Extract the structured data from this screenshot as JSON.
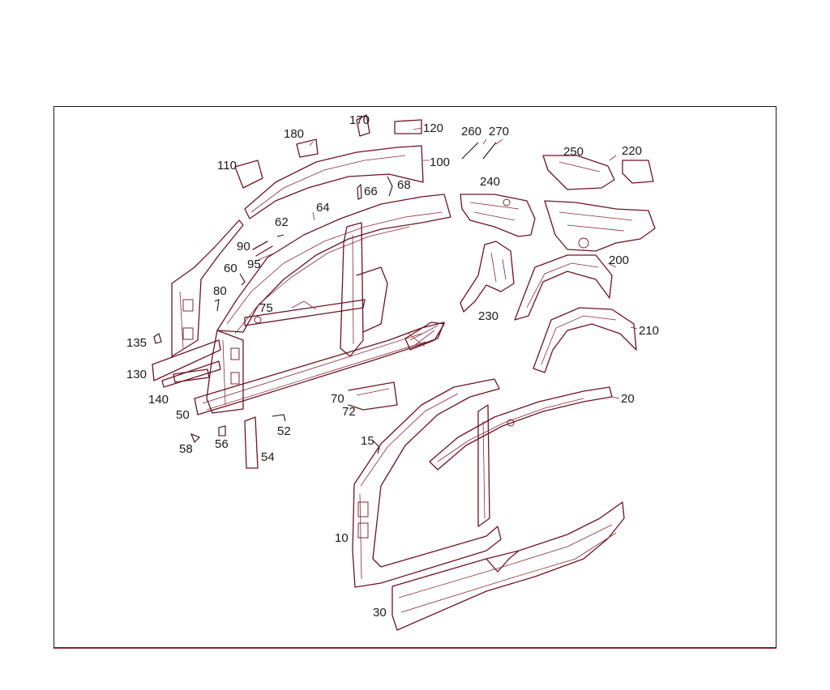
{
  "diagram": {
    "callouts": [
      {
        "id": "c170",
        "text": "170"
      },
      {
        "id": "c120",
        "text": "120"
      },
      {
        "id": "c180",
        "text": "180"
      },
      {
        "id": "c260",
        "text": "260"
      },
      {
        "id": "c270",
        "text": "270"
      },
      {
        "id": "c100",
        "text": "100"
      },
      {
        "id": "c250",
        "text": "250"
      },
      {
        "id": "c220",
        "text": "220"
      },
      {
        "id": "c110",
        "text": "110"
      },
      {
        "id": "c66",
        "text": "66"
      },
      {
        "id": "c68",
        "text": "68"
      },
      {
        "id": "c240",
        "text": "240"
      },
      {
        "id": "c64",
        "text": "64"
      },
      {
        "id": "c62",
        "text": "62"
      },
      {
        "id": "c90",
        "text": "90"
      },
      {
        "id": "c95",
        "text": "95"
      },
      {
        "id": "c60",
        "text": "60"
      },
      {
        "id": "c200",
        "text": "200"
      },
      {
        "id": "c80",
        "text": "80"
      },
      {
        "id": "c75",
        "text": "75"
      },
      {
        "id": "c230",
        "text": "230"
      },
      {
        "id": "c210",
        "text": "210"
      },
      {
        "id": "c135",
        "text": "135"
      },
      {
        "id": "c130",
        "text": "130"
      },
      {
        "id": "c140",
        "text": "140"
      },
      {
        "id": "c70",
        "text": "70"
      },
      {
        "id": "c20",
        "text": "20"
      },
      {
        "id": "c72",
        "text": "72"
      },
      {
        "id": "c50",
        "text": "50"
      },
      {
        "id": "c52",
        "text": "52"
      },
      {
        "id": "c58",
        "text": "58"
      },
      {
        "id": "c56",
        "text": "56"
      },
      {
        "id": "c15",
        "text": "15"
      },
      {
        "id": "c54",
        "text": "54"
      },
      {
        "id": "c10",
        "text": "10"
      },
      {
        "id": "c30",
        "text": "30"
      }
    ],
    "colors": {
      "line": "#6b1424",
      "frame": "#1a1a1a",
      "text": "#1a1a1a"
    }
  }
}
